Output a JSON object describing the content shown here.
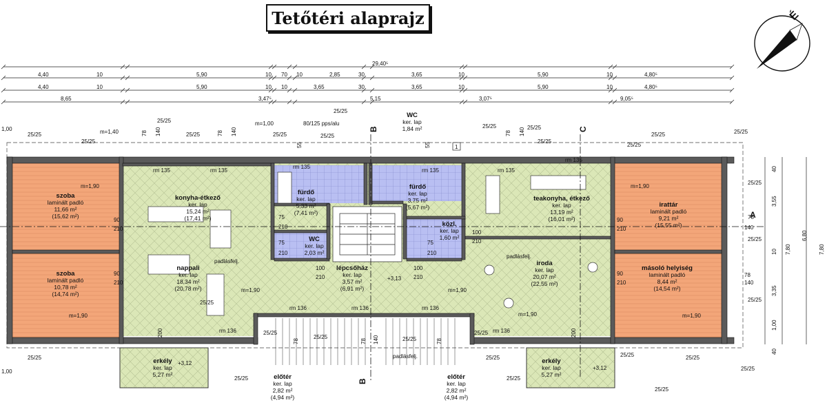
{
  "title": "Tetőtéri alaprajz",
  "north_label": "É",
  "dims": {
    "total": "29,40⁵",
    "row1": [
      "4,40",
      "10",
      "5,90",
      "10",
      "70",
      "10",
      "2,85",
      "30",
      "3,65",
      "10",
      "5,90",
      "10",
      "4,80⁵"
    ],
    "row2": [
      "4,40",
      "10",
      "5,90",
      "10",
      "10",
      "3,65",
      "30",
      "3,65",
      "10",
      "5,90",
      "10",
      "4,80⁵"
    ],
    "row3": [
      "8,65",
      "3,47⁵",
      "5,15",
      "3,07⁵",
      "9,05⁵"
    ],
    "right_outer": "7,80",
    "right_mid": "6,80",
    "right_left": "7,80",
    "right_parts": [
      "40",
      "3,55",
      "10",
      "3,35",
      "1,00",
      "40"
    ],
    "right_small": [
      "25/25",
      "78",
      "140",
      "25/25",
      "78",
      "140",
      "25/25"
    ]
  },
  "rooms": [
    {
      "id": "szoba1",
      "name": "szoba",
      "floor": "laminált padló",
      "area": "11,66 m²",
      "area2": "(15,62 m²)"
    },
    {
      "id": "szoba2",
      "name": "szoba",
      "floor": "laminált padló",
      "area": "10,78 m²",
      "area2": "(14,74 m²)"
    },
    {
      "id": "konyha",
      "name": "konyha-étkező",
      "floor": "ker. lap",
      "area": "15,24 m²",
      "area2": "(17,41 m²)"
    },
    {
      "id": "nappali",
      "name": "nappali",
      "floor": "ker. lap",
      "area": "18,34 m²",
      "area2": "(20,78 m²)"
    },
    {
      "id": "furdo1",
      "name": "fürdő",
      "floor": "ker. lap",
      "area": "5,33 m²",
      "area2": "(7,41 m²)"
    },
    {
      "id": "wc1",
      "name": "WC",
      "floor": "ker. lap",
      "area": "2,03 m²",
      "area2": ""
    },
    {
      "id": "lepcso",
      "name": "lépcsőház",
      "floor": "ker. lap",
      "area": "3,57 m²",
      "area2": "(6,91 m²)"
    },
    {
      "id": "wc2",
      "name": "WC",
      "floor": "ker. lap",
      "area": "1,84 m²",
      "area2": ""
    },
    {
      "id": "furdo2",
      "name": "fürdő",
      "floor": "ker. lap",
      "area": "3,75 m²",
      "area2": "(5,67 m²)"
    },
    {
      "id": "kozl",
      "name": "közl.",
      "floor": "ker. lap",
      "area": "1,60 m²",
      "area2": ""
    },
    {
      "id": "teakonyha",
      "name": "teakonyha, étkező",
      "floor": "ker. lap",
      "area": "13,19 m²",
      "area2": "(16,01 m²)"
    },
    {
      "id": "iroda",
      "name": "iroda",
      "floor": "ker. lap",
      "area": "20,07 m²",
      "area2": "(22,55 m²)"
    },
    {
      "id": "irattar",
      "name": "irattár",
      "floor": "laminált padló",
      "area": "9,21 m²",
      "area2": "(15,55 m²)"
    },
    {
      "id": "masolo",
      "name": "másoló helyiség",
      "floor": "laminált padló",
      "area": "8,44 m²",
      "area2": "(14,54 m²)"
    },
    {
      "id": "erkely1",
      "name": "erkély",
      "floor": "ker. lap",
      "area": "5,27 m²",
      "area2": ""
    },
    {
      "id": "erkely2",
      "name": "erkély",
      "floor": "ker. lap",
      "area": "5,27 m²",
      "area2": ""
    },
    {
      "id": "eloter1",
      "name": "előtér",
      "floor": "ker. lap",
      "area": "2,82 m²",
      "area2": "(4,94 m²)"
    },
    {
      "id": "eloter2",
      "name": "előtér",
      "floor": "ker. lap",
      "area": "2,82 m²",
      "area2": "(4,94 m²)"
    }
  ],
  "labels": {
    "m190": "m=1,90",
    "m140": "m=1,40",
    "m100": "m=1,00",
    "vent": "80/125 pps/alu",
    "padlas": "padlásfelj.",
    "elev1": "+3,13",
    "elev2": "+3,12",
    "window": "25/25",
    "door90": "90",
    "door210": "210",
    "door75": "75",
    "door100": "100",
    "skylight": "78",
    "skylight2": "140",
    "rm": "rm 135",
    "rm2": "rm 136",
    "n200": "200",
    "n55": "55",
    "n1": "1",
    "left100": "1,00",
    "sectionA": "A",
    "sectionB": "B",
    "sectionC": "C"
  },
  "colors": {
    "warm": "#f3a679",
    "green": "#dbe7b7",
    "blue": "#b9bff2",
    "wall": "#5a5a5a"
  }
}
